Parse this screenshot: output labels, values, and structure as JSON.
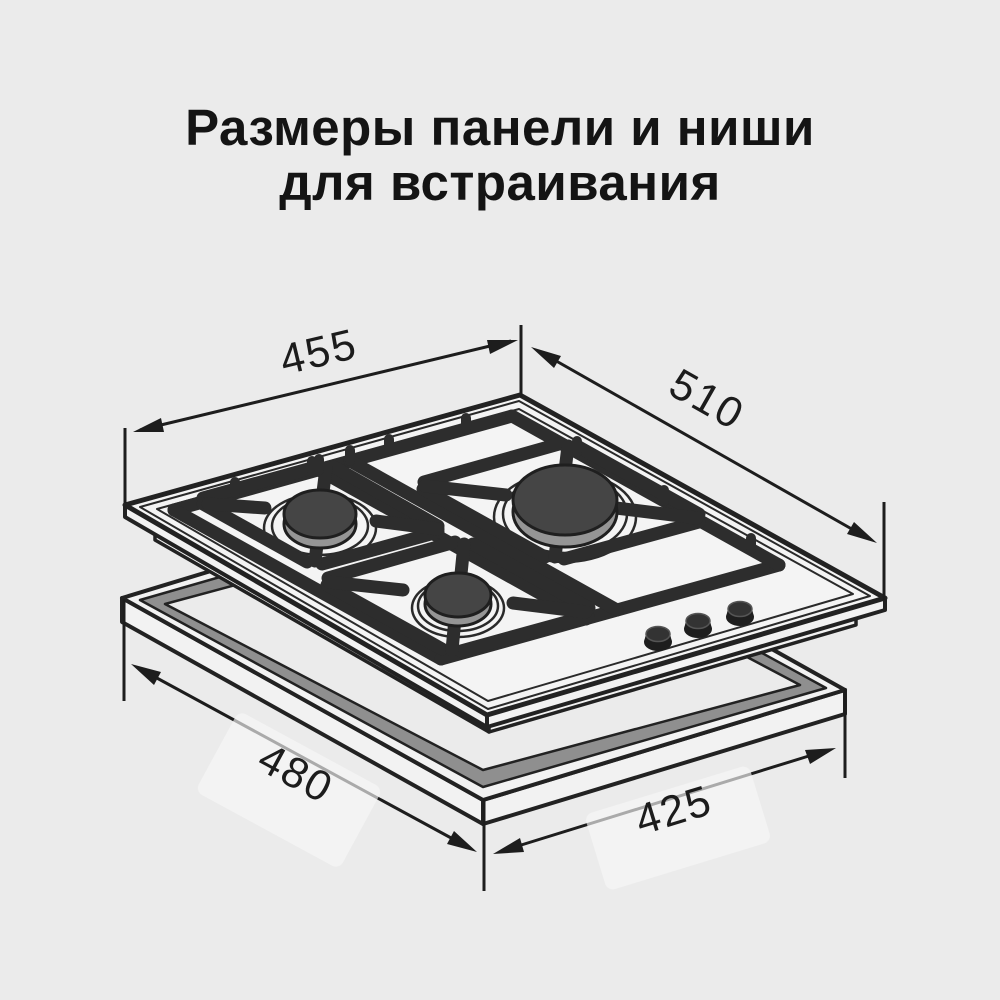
{
  "title": {
    "line1": "Размеры панели и ниши",
    "line2": "для встраивания"
  },
  "dimensions": {
    "panel_width": "455",
    "panel_depth": "510",
    "niche_depth": "480",
    "niche_width": "425"
  },
  "colors": {
    "background": "#ebebeb",
    "ink": "#1d1d1d",
    "panel_surface": "#f4f4f4",
    "niche_inner_wall": "#8f8f8f",
    "burner_top": "#454545",
    "burner_rim": "#959595",
    "grate": "#2d2d2d"
  }
}
